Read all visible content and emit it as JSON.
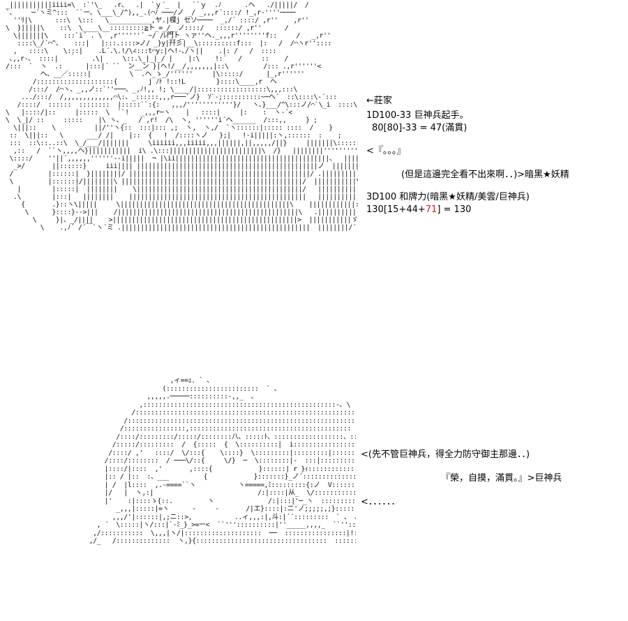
{
  "colors": {
    "text": "#000000",
    "highlight": "#cc2222",
    "background": "#ffffff"
  },
  "art_top": {
    "lines": [
      "_|||||||||||iiii=\\  :`'\\_   .r、  .|  `ｙ´_  |   ``ｙ  .ﾉ      .ヘ   ./|||||/  /",
      "`、    ─´ヽミ^:::  ``ー､ \\___\\_/^),,_.(⌒ﾉ ───/ノ _/ _,,,r´::::/ !_,r-''''────",
      "  ''ﾘ|\\      :::\\  \\:::   \\___________,ヤ.|楪j セソ────  _,/´ ::::/ ,r''    ,r''",
      "\\  }|||||\\    ::\\  \\____\\__:::::::::≧ト_=_/__ノ::::/   ::::::/ ,r''      /",
      "  \\|||||||\\    :::`i´ . \\  ,r''''''´ ~/ /ﾚ門ト_ヽァ''ヘ._,,,r''''''''f::     /   _,r''",
      "   ::::\\_/´⌒^、   :::|   |:::.::::>ノ/ _}y|幵彡|__\\::::::::::f:::  |:   /  /⌒ヽr''::::",
      "  ,   ::::\\    \\:::|    .L´.\\.!/\\∠:::t⌒y:|ヘ!-､/ヽ||    .|: /   /  ::::",
      " ､,,r-､  ::::|   ｀    .\\|     \\::.\\_|_|_/ |    |:\\    !:´   /     ::    /",
      "/:::  `  ヽ  .:      |:::|´ ``  ン__ン }|ヘ!/__/,,,,,,,|::\\         /::: .,r''''''<",
      "         ヘ、__／:::::|          \\  .ヘ_ゝ_/''''''     |\\:::::/      |_,r''''''",
      "       /::::::::::::::::::::{        j ﾉﾄ !::!L        }::::\\____,r  ヘ",
      "      /:::/  /⌒ヽ、_,,ノ::`''───、_,ﾉ!,, !; \\____/|::::::::::::::::::\\,,,:::\\",
      "    .../:::/  /,,,,,,,,,,,,,⌒\\:、_::::::,,,r───`ノ}  ｿ`-;::::::::::~─ヘ´  ::\\::::\\-´:::",
      "   /::::/  ::::::  ::::::::  |:::::``:{:   ,,,/''''''''''''}/   ヽ､}___/^\\:::ノ/⌒`\\_i  ::::\\::::::::::/",
      "\\   |::::/|::     |:::::  \\  ``!   _,,,r─ヽ    |   ::::|     |:    :  ヽ-´<",
      "\\  \\_|/ ::     :::::    |\\ ヽ、_   / ,r!  /\\  ヽ, ''''''i´ヘ______  /:::,,     } ;",
      "  \\|||::    \\          ||/''ヽ{::  :::|::: ,;  ヽ,  ヽ,/  `ヽ::::::|::::: ::::  /    }",
      " ::  \\|||::   \\      ___/ /|    |::  {   !  /::::ヽノ   };|   !-i|||||:ヽ,::::::  :    ;",
      " :::  ::\\::..::\\  \\_/___/|||||||     \\iiiiii,,,iiiii,,,||||||,||,,,,,/||}     |||||||\\:::::::::::::-ャ/",
      "  ,::   /  ``ヽ,,,,ヘ}|||||||||||  i\\ .\\:::||||||||||||||||||||||||\\  /}   ||||||||''''''''''''¬´|⌒|",
      " \\::::/    ''||´,,,,,,''''''--i|||||  ¬ |\\ii||||||||||||||||||||||||||||||||||||||||、  ||||||----、 \\|::::|",
      "  _>/       ||::::::}     iii|||| |||||||||||||||||||||||||||||||||||||||||||||||ノ  ||||||||\\::::、   \\::::{",
      " /         |::::::|  }||||||||/ |||||||||||||||||||||||||||||||||||||||||||||||/ .||||||||||\\::::}   |:::|",
      " \\         |::::::|/||||||||\\ |||||||||||||||||||||||||||||||||||||||||||||||/  |||||||||||\\:::|  ||::|",
      "   |        |:::::|  ||||||||    \\|||||||||||||||||||||||||||||||||||||||||||/   |||||||||||:::|   |::|",
      "  .\\        |:::|   ||||||||    ||||||||||||||||||||||||||||||||||||||||||||||   |||||||||||::::/  |::/",
      "    {       .}::ヽ\\|||||     \\||||||||||||||||||||||||||||||||||||||||||||\\    ||||||||||||:/   ソ",
      "     \\      }::::}-->|||    /|||||||||||||||||||||||||||||||||||||||||||||||\\   .|||||||||||||/   ｙ",
      "       \\     }|、_/||||    >||||||||||||||||||||||||||||||||||||||||||||||||>  |||||||||||ゞ''-/",
      "         \\    .,ﾉ´ /´￣`ヽ´ミ .|||||||||||||||||||||||||||||||||||||||||||||||||  ||||||||/´ヽ-!-､_>"
    ]
  },
  "art_bottom": {
    "lines": [
      "                          ,ィ==ｭ. ` 、",
      "                        (::::::::::::::::::::::::  ` 、",
      "                    ,,,,,.─────::::::::::-,,_  、",
      "                  ,::::::::::::::::::::::::::::::::::::::::::::::::::-､ \\",
      "                /::::::::::::::::::::::::::::::::::::::::::::::::::::::::::::: ヽ  \\",
      "              /::::::::::::::::::::::::::::::::::::::::::::::::::::::::::::::::::::: ﾍ  \\",
      "             /::::::::::::::::,:::::::::::::::::::::::::::::::::::::::::: :、:::::,::::::::::: :、",
      "            /::::/:::::::::/:::::/::::::::八、:::::ﾄ、::::::::::::::::::、:::::::::::::: ::",
      "           /:::::/:::::::::  /  {:::::  {  \\::::::::::|  i::::::::::::::::::::::",
      "          /::::/ ,'   ::::/  \\/:::{    \\::::}  \\:::::::::|:::::::::|::::::::::::::::",
      "         /::::/::::::::  / ───\\/::{     \\/}  ─  \\::::::::|-  :::|:::::::::::::i",
      "         |::::/|::::  ,'       ,::::{            }::::::| r }ｨ::::::::::::::::!",
      "         |:: / |::  :、___         {            }:::::::}_ノ´::::::::::::::::::::",
      "         | /  |l::::  ,.-====``ヽ           ヽ=====,ﾐ:::::::::{:ノ  V:::::::::::::::: :",
      "         |/   |  ヽ,:|                           /:|::::|从_  \\/::::::::::::::',",
      "         |'    :|::::ゝ{::.         ヽ              /:|:::|'─_ヽ  :::::::::::::::::/",
      "            _,,,|:::::|=ヽ      -     -       /|エ}::::|:ニ'ノ;;;;;,;}:::::::::::::::::;/",
      "           ,,,/'|::::::|,;ニ::>,           ..ィ,,,:|,斗:|´´:::::::::  ` 、 、",
      "       , ´  \\:::::|ヽ/:::|`-ﾐ_}_>=ー<  ``'''::::::::::|''_____,,,,_  ``''::::.:  ::::::::,",
      "      ,/:::::::::::  \\,,,|ヽ/|::::::::::::::::::::  ──  ::::::::::::::::|!::::|:_,ィ´:::::::::::::::::::::::::く,,,,,,',,",
      "     ,/_   /::::::::::::::  ヽ,}{::::::::::::::::::::::::::::::::::  ::::::::::::::::_ゝ|::::ノ´::::::::::::::::::::::/二`\\"
    ]
  },
  "narration_top": {
    "line1": "←莊家",
    "line2": "1D100-33 巨神兵起手。",
    "line3": "80[80]-33 = 47(滿貫)",
    "line4": "<『。。。』",
    "line5": "(但是這邊完全看不出來啊．．)>暗黑★妖精",
    "line6": "3D100 和牌力(暗黑★妖精/美雲/巨神兵)",
    "line7_prefix": "130[15+44+",
    "line7_red": "71",
    "line7_suffix": "] = 130"
  },
  "narration_bottom": {
    "line1": "<(先不管巨神兵，得全力防守御主那邊．．)",
    "line2": "『榮，自摸，滿貫。』>巨神兵",
    "line3": "<．．．．．．"
  }
}
